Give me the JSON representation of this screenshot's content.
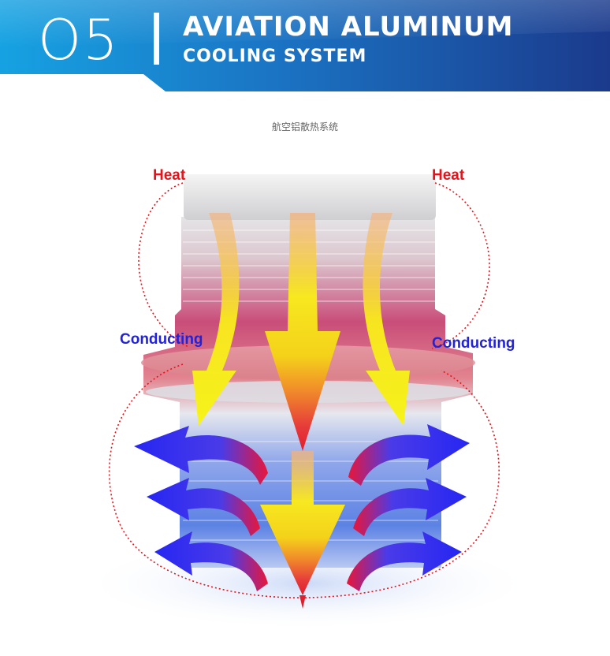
{
  "banner": {
    "number": "O5",
    "title": "AVIATION ALUMINUM",
    "subtitle": "COOLING SYSTEM",
    "colors": {
      "light": "#1aa3e0",
      "dark": "#1b3f8f"
    }
  },
  "caption": "航空铝散热系统",
  "labels": {
    "heat_left": "Heat",
    "heat_right": "Heat",
    "conducting_left": "Conducting",
    "conducting_right": "Conducting"
  },
  "colors": {
    "heat": "#e3141b",
    "conducting": "#2222d6",
    "heat_arrow": "#f3ec10",
    "cool_arrow": "#2a2cf0"
  },
  "icons": [
    "heat-flow-arrow",
    "cooling-flow-arrow",
    "circulation-loop"
  ]
}
